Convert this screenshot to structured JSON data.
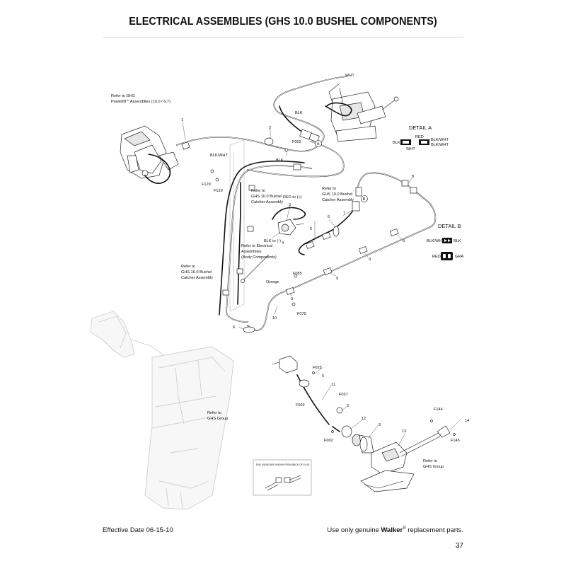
{
  "page": {
    "title": "ELECTRICAL ASSEMBLIES (GHS 10.0 BUSHEL COMPONENTS)",
    "footer_left": "Effective Date 06-15-10",
    "footer_right_prefix": "Use only genuine ",
    "footer_right_brand": "Walker",
    "footer_right_reg": "®",
    "footer_right_suffix": " replacement parts.",
    "page_number": "37"
  },
  "labels": {
    "wht_top": "WHT",
    "blk_top": "BLK",
    "refer_ghs_powerfill_1": "Refer to GHS",
    "refer_ghs_powerfill_2a": "Powerfill",
    "refer_ghs_powerfill_tm": "TM",
    "refer_ghs_powerfill_2b": " Assemblies (10.0 / 6.7)",
    "f002_a": "F002",
    "blk_mid": "BLK",
    "blk_wht_mid": "BLK/WHT",
    "f129_a": "F129",
    "f129_b": "F129",
    "refer_catcher_left_1": "Refer to",
    "refer_catcher_left_2": "GHS 10.0 Bushel",
    "refer_catcher_left_3": "Catcher Assembly",
    "red_pos": "RED to (+)",
    "blk_neg": "BLK to (-)",
    "refer_catcher_right_1": "Refer to",
    "refer_catcher_right_2": "GHS 10.0 Bushel",
    "refer_catcher_right_3": "Catcher Assembly",
    "refer_electrical_1": "Refer to Electrical",
    "refer_electrical_2": "Assemblies",
    "refer_electrical_3": "(Body Components)",
    "refer_catcher_far_1": "Refer to",
    "refer_catcher_far_2": "GHS 10.0 Bushel",
    "refer_catcher_far_3": "Catcher Assembly",
    "orange": "Orange",
    "f085": "F085",
    "f079": "F079",
    "refer_ghs_group_1_a": "Refer to",
    "refer_ghs_group_1_b": "GHS Group",
    "f025": "F025",
    "f037": "F037",
    "f002_b": "F002",
    "f002_c": "F002",
    "f144": "F144",
    "f145": "F145",
    "refer_ghs_group_2_a": "Refer to",
    "refer_ghs_group_2_b": "GHS Group",
    "end_views_note": "END VIEWS ARE SHOWN FROM BACK OF PLUG",
    "circle_a": "A",
    "circle_b": "B"
  },
  "callouts": {
    "c1": "1",
    "c2": "2",
    "c3": "3",
    "c4": "4",
    "c5a": "5",
    "c6a": "6",
    "c7": "7",
    "c8": "8",
    "c9a": "9",
    "c9b": "9",
    "c9c": "9",
    "c9d": "9",
    "c10": "10",
    "c6b": "6",
    "c5b": "5",
    "c11": "11",
    "c5c": "5",
    "c12": "12",
    "c3b": "3",
    "c13": "13",
    "c14": "14"
  },
  "detail_a": {
    "title": "DETAIL A",
    "blk": "BLK",
    "red": "RED",
    "wht": "WHT",
    "blk_wht_1": "BLK/WHT",
    "blk_wht_2": "BLK/WHT"
  },
  "detail_b": {
    "title": "DETAIL B",
    "blk_wht": "BLK/WHT",
    "blk": "BLK",
    "red": "RED",
    "gra": "GRA"
  }
}
